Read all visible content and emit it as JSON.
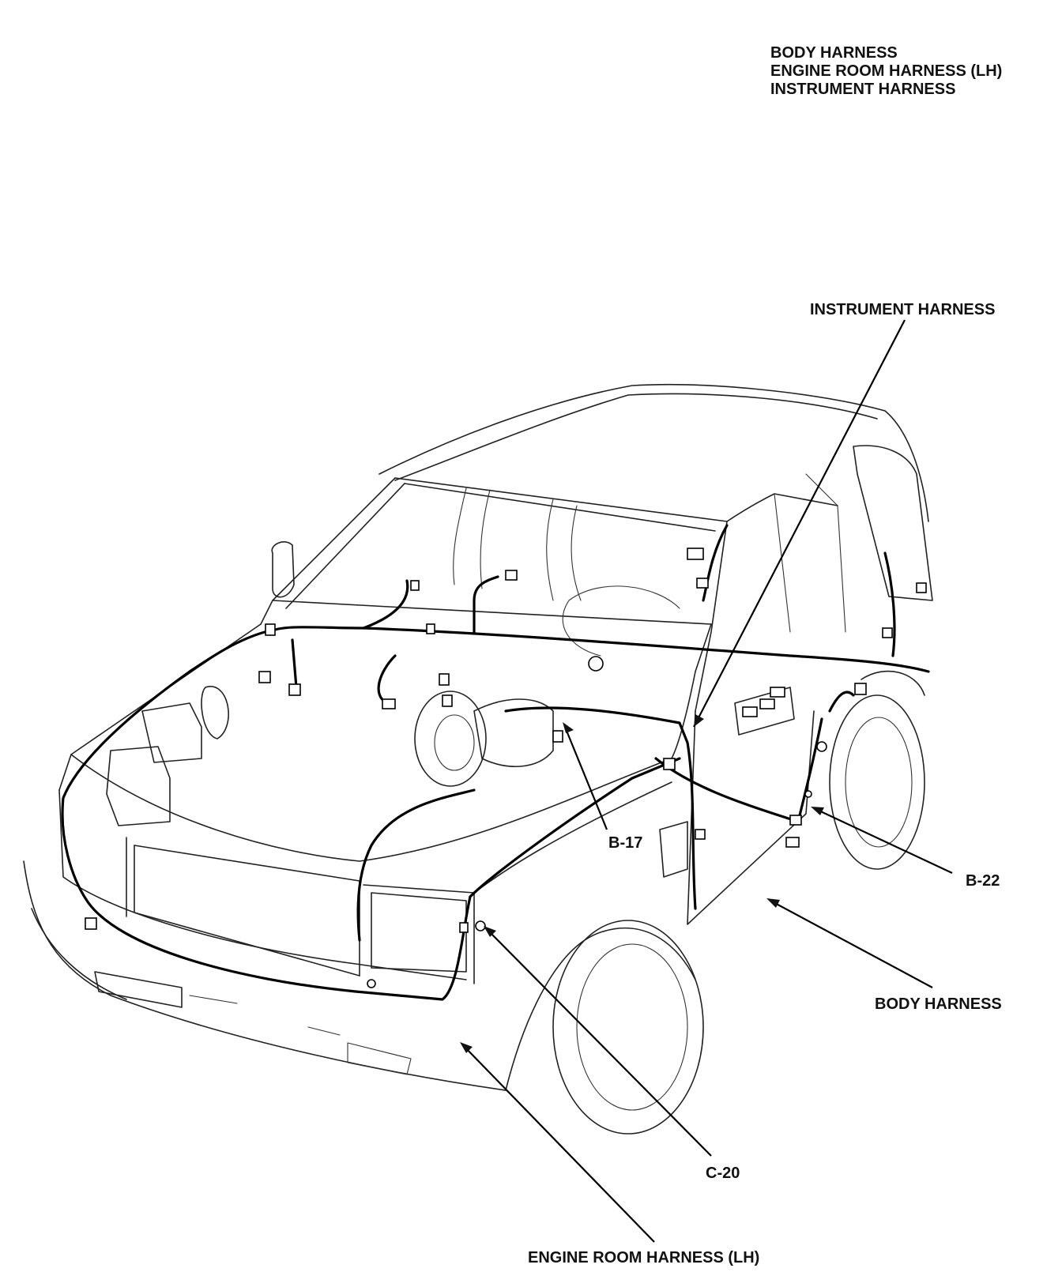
{
  "header": {
    "lines": [
      "BODY HARNESS",
      "ENGINE ROOM HARNESS (LH)",
      "INSTRUMENT HARNESS"
    ]
  },
  "callouts": {
    "instrument_harness": "INSTRUMENT HARNESS",
    "b17": "B-17",
    "b22": "B-22",
    "body_harness": "BODY HARNESS",
    "c20": "C-20",
    "engine_room_harness": "ENGINE ROOM HARNESS (LH)"
  },
  "colors": {
    "ink": "#111111",
    "paper": "#ffffff"
  }
}
